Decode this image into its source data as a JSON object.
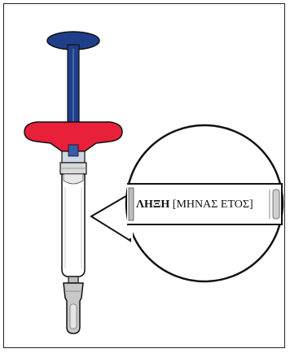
{
  "figure": {
    "label_bold": "ΛΗΞΗ",
    "label_rest": " [ΜΗΝΑΣ ΕΤΟΣ]"
  },
  "colors": {
    "plunger_head": "#1f3f8a",
    "finger_flange": "#e8203a",
    "outline": "#111111",
    "barrel": "#ffffff",
    "needle_cap": "#c8c8c8"
  },
  "icons": {
    "syringe": "prefilled-syringe-illustration",
    "magnifier": "zoom-callout-circle"
  }
}
